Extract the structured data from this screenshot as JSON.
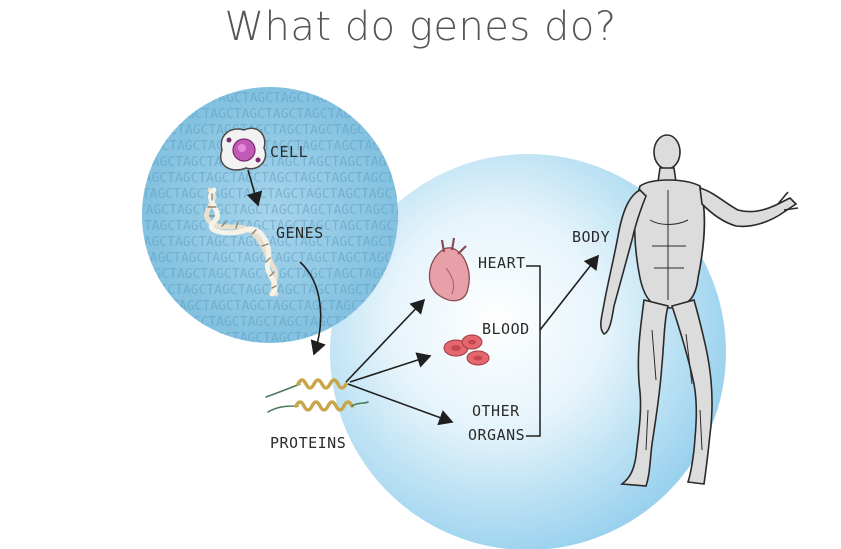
{
  "title": "What do genes do?",
  "labels": {
    "cell": "CELL",
    "genes": "GENES",
    "proteins": "PROTEINS",
    "heart": "HEART",
    "blood": "BLOOD",
    "other_line1": "OTHER",
    "other_line2": "ORGANS",
    "body": "BODY"
  },
  "dna_sequence_text": "CTAGCTAGCTAGCTAGCTAGCTAGCTAGCTAGCTAGCTAGCTAG",
  "colors": {
    "small_circle": "#8cc6e3",
    "large_circle_center": "#ffffff",
    "large_circle_edge": "#9ad2ee",
    "heart": "#e7a0a8",
    "blood": "#e4676f",
    "protein": "#c9a64a",
    "cell_nucleus": "#c259b5"
  },
  "icons": [
    "cell-icon",
    "dna-icon",
    "protein-icon",
    "heart-icon",
    "blood-cells-icon",
    "human-body-icon"
  ]
}
